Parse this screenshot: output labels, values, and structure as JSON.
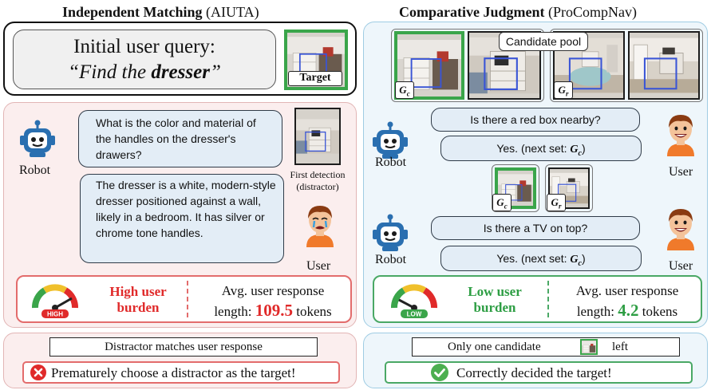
{
  "left": {
    "heading_bold": "Independent Matching",
    "heading_normal": " (AIUTA)",
    "query_line1": "Initial user query:",
    "query_line2_pre": "“Find the ",
    "query_line2_bold": "dresser",
    "query_line2_post": "”",
    "target_label": "Target",
    "robot_label": "Robot",
    "user_label": "User",
    "robot_question": "What is the color and material of the handles on the dresser's drawers?",
    "user_answer": "The dresser is a white, modern-style dresser positioned against a wall, likely in a bedroom. It has silver or chrome tone handles.",
    "first_detection_line1": "First detection",
    "first_detection_line2": "(distractor)",
    "burden_line1": "High user",
    "burden_line2": "burden",
    "gauge_label": "HIGH",
    "avg_line1": "Avg. user response",
    "avg_pre": "length: ",
    "avg_value": "109.5",
    "avg_post": " tokens",
    "result_header": "Distractor matches user response",
    "result_text": "Prematurely choose a distractor as the target!"
  },
  "right": {
    "heading_bold": "Comparative Judgment",
    "heading_normal": " (ProCompNav)",
    "pool_label": "Candidate pool",
    "gc": "G",
    "gc_sub": "c",
    "gr": "G",
    "gr_sub": "r",
    "robot_label_1": "Robot",
    "robot_label_2": "Robot",
    "user_label_1": "User",
    "user_label_2": "User",
    "q1": "Is there a red box nearby?",
    "a1_pre": "Yes. (next set: ",
    "a1_var": "G",
    "a1_sub": "c",
    "a1_post": ")",
    "q2": "Is there a TV on top?",
    "a2_pre": "Yes. (next set: ",
    "a2_var": "G",
    "a2_sub": "c",
    "a2_post": ")",
    "burden_line1": "Low user",
    "burden_line2": "burden",
    "gauge_label": "LOW",
    "avg_line1": "Avg. user response",
    "avg_pre": "length: ",
    "avg_value": "4.2",
    "avg_post": " tokens",
    "result_header_pre": "Only one candidate",
    "result_header_post": "left",
    "result_text": "Correctly decided the target!"
  },
  "colors": {
    "red": "#e02a2a",
    "green": "#2e9e44",
    "left_bg": "#fbeeee",
    "right_bg": "#eef6fb",
    "bubble": "#e3edf6"
  }
}
